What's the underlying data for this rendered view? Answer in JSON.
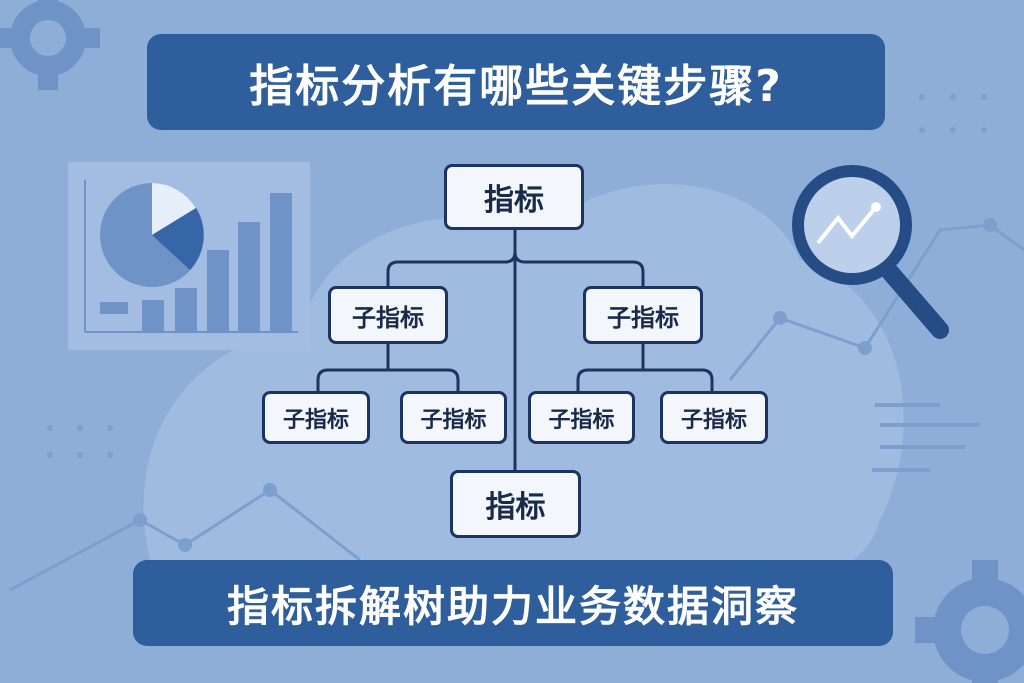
{
  "title": "指标分析有哪些关键步骤?",
  "subtitle": "指标拆解树助力业务数据洞察",
  "tree": {
    "root": "指标",
    "children": [
      "子指标",
      "子指标"
    ],
    "leaves": [
      "子指标",
      "子指标",
      "子指标",
      "子指标"
    ],
    "bottom": "指标"
  },
  "colors": {
    "background": "#8eaed8",
    "banner": "#2f5e9d",
    "node_fill": "#f3f6fb",
    "node_border": "#1d3461"
  }
}
